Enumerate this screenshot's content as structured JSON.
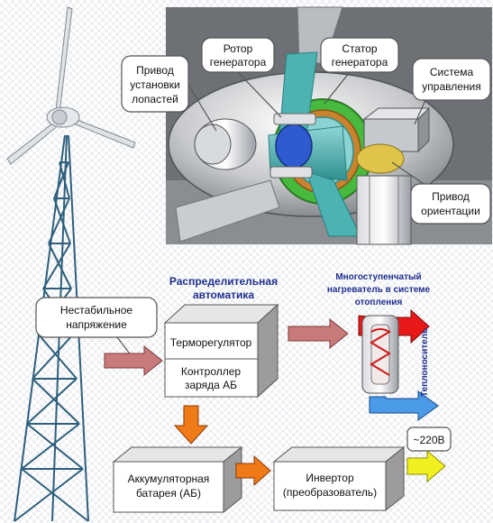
{
  "callouts": {
    "blade_pitch_drive": [
      "Привод",
      "установки",
      "лопастей"
    ],
    "generator_rotor": [
      "Ротор",
      "генератора"
    ],
    "generator_stator": [
      "Статор",
      "генератора"
    ],
    "control_system": [
      "Система",
      "управления"
    ],
    "yaw_drive": [
      "Привод",
      "ориентации"
    ]
  },
  "flow": {
    "unstable_voltage": [
      "Нестабильное",
      "напряжение"
    ],
    "distribution_automation": [
      "Распределительная",
      "автоматика"
    ],
    "thermoregulator": "Терморегулятор",
    "charge_controller": [
      "Контроллер",
      "заряда АБ"
    ],
    "heater": [
      "Многоступенчатый",
      "нагреватель в системе",
      "отопления"
    ],
    "coolant": "Теплоноситель",
    "battery": [
      "Аккумуляторная",
      "батарея (АБ)"
    ],
    "inverter": [
      "Инвертор",
      "(преобразователь)"
    ],
    "output": "~220В"
  },
  "colors": {
    "box_top": "#e6e6e6",
    "box_front": "#ffffff",
    "box_side": "#9c9c9c",
    "arrow_pink": "#c97a7a",
    "arrow_orange": "#f07a18",
    "arrow_yellow": "#f0f020",
    "hot_arrow": "#e81818",
    "cold_arrow": "#4a9ae8",
    "rotor": "#3fa9a9",
    "stator": "#41b83a",
    "hub": "#2a56c8"
  }
}
